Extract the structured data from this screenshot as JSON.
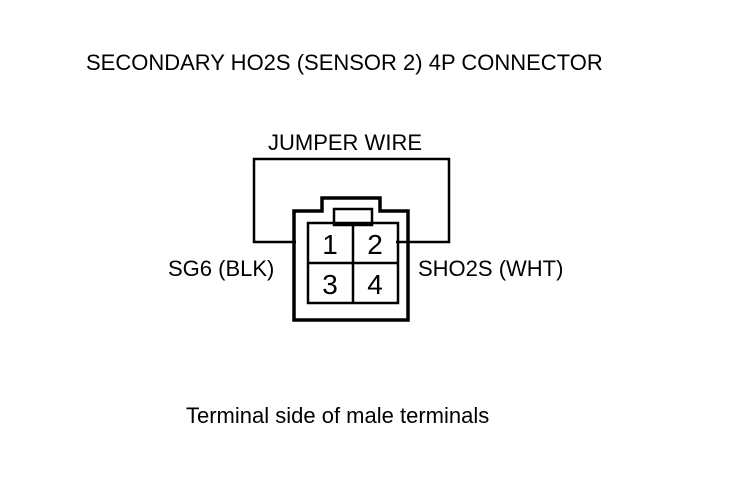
{
  "title": "SECONDARY HO2S (SENSOR 2) 4P CONNECTOR",
  "jumper_label": "JUMPER WIRE",
  "left_terminal_label": "SG6 (BLK)",
  "right_terminal_label": "SHO2S (WHT)",
  "caption": "Terminal side of male terminals",
  "connector": {
    "pins": [
      "1",
      "2",
      "3",
      "4"
    ]
  }
}
